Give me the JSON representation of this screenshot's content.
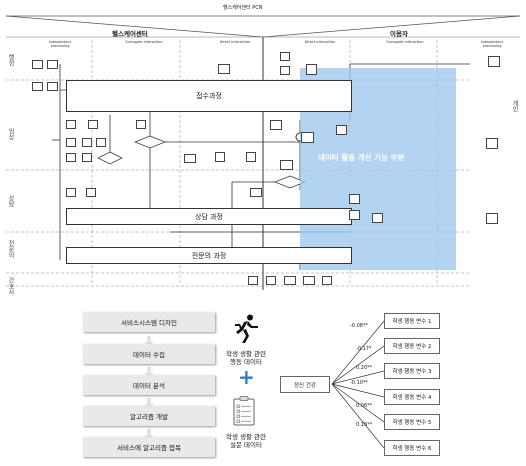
{
  "top_title": "헬스케어센터 PCN",
  "header": {
    "left": "헬스케어센터",
    "right": "이용자"
  },
  "columns": [
    "Independent processing",
    "Surrogate interaction",
    "Direct interaction",
    "Direct interaction",
    "Surrogate interaction",
    "Independent processing"
  ],
  "row_labels": [
    "행정",
    "임상",
    "상담",
    "전문의",
    "간호사"
  ],
  "right_label": "개인",
  "processes": {
    "intake": "접수과정",
    "counsel": "상담 과정",
    "specialist": "전문의 과정"
  },
  "highlight_label": "데이터 활용 개선 가능 부분",
  "flow_steps": [
    "서비스시스템 디자인",
    "데이터 수집",
    "데이터 분석",
    "알고리즘 개발",
    "서비스에 알고리즘 접목"
  ],
  "behavior_data": "학생 생활 관련\n행동 데이터",
  "survey_data": "학생 생활 관련\n설문 데이터",
  "plus": "+",
  "mental_health": "정신 건강",
  "variables": [
    "학생 행동 변수 1",
    "학생 행동 변수 2",
    "학생 행동 변수 3",
    "학생 행동 변수 4",
    "학생 행동 변수 5",
    "학생 행동 변수 6"
  ],
  "coefficients": [
    "-0.08**",
    "-0.17*",
    "0.20**",
    "-0.10**",
    "0.06**",
    "0.16**"
  ],
  "colors": {
    "highlight": "#9cc7ee",
    "flow_bg": "#e9e9e9",
    "plus": "#2d7ad6"
  }
}
